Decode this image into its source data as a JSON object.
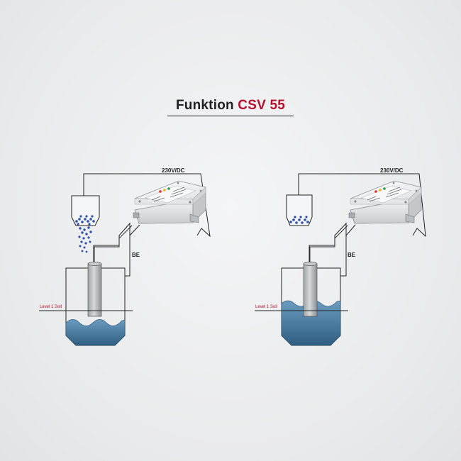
{
  "title": {
    "prefix": "Funktion",
    "product": "CSV 55"
  },
  "panels": [
    {
      "power_label": "230V/DC",
      "signal_label": "BE",
      "level_label": "Level 1 Soll"
    },
    {
      "power_label": "230V/DC",
      "signal_label": "BE",
      "level_label": "Level 1 Soll"
    }
  ],
  "colors": {
    "accent": "#b5122e",
    "water": "#4a7ea3",
    "granulate": "#2f4fa8",
    "wire": "#222222"
  }
}
